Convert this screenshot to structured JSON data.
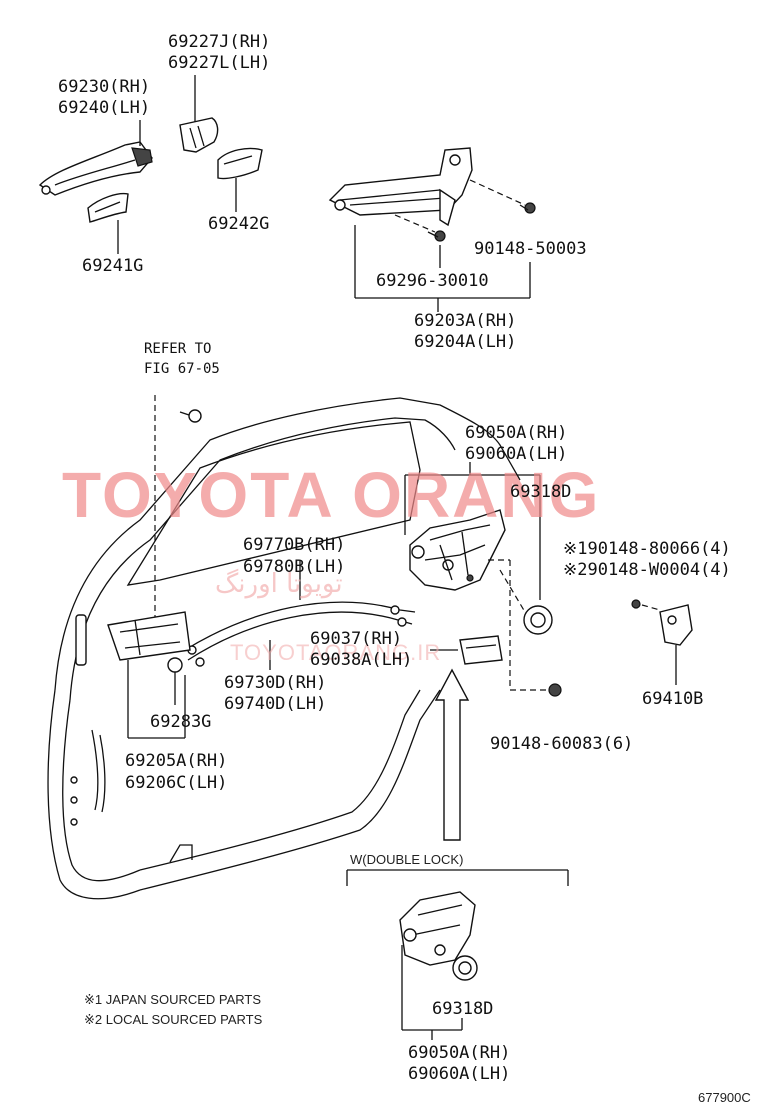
{
  "labels": {
    "p69227": [
      "69227J(RH)",
      "69227L(LH)"
    ],
    "p69230": [
      "69230(RH)",
      "69240(LH)"
    ],
    "p69242": "69242G",
    "p69241": "69241G",
    "p90148_50003": "90148-50003",
    "p69296": "69296-30010",
    "p69203": [
      "69203A(RH)",
      "69204A(LH)"
    ],
    "refer": [
      "REFER TO",
      "FIG 67-05"
    ],
    "p69050": [
      "69050A(RH)",
      "69060A(LH)"
    ],
    "p69318": "69318D",
    "p69770": [
      "69770B(RH)",
      "69780B(LH)"
    ],
    "screws": [
      "※190148-80066(4)",
      "※290148-W0004(4)"
    ],
    "p69037": [
      "69037(RH)",
      "69038A(LH)"
    ],
    "p69730": [
      "69730D(RH)",
      "69740D(LH)"
    ],
    "p69410": "69410B",
    "p69283": "69283G",
    "p90148_60083": "90148-60083(6)",
    "p69205": [
      "69205A(RH)",
      "69206C(LH)"
    ],
    "double_lock": "W(DOUBLE LOCK)",
    "p69318_b": "69318D",
    "p69050_b": [
      "69050A(RH)",
      "69060A(LH)"
    ],
    "notes": [
      "※1 JAPAN SOURCED PARTS",
      "※2 LOCAL SOURCED PARTS"
    ],
    "figure_code": "677900C"
  },
  "watermark": {
    "title": "TOYOTA ORANG",
    "arabic": "تويوتا اورنگ",
    "url": "TOYOTAORANG.IR",
    "color": "#f08a8a"
  }
}
